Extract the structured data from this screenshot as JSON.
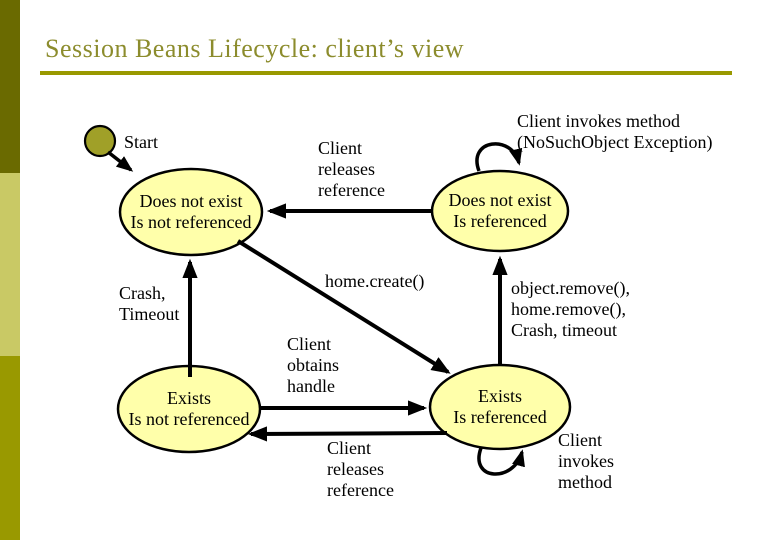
{
  "title": "Session Beans Lifecycle: client’s view",
  "colors": {
    "title_text": "#8C8C2D",
    "title_rule": "#999900",
    "bar_top": "#6A6A00",
    "bar_middle": "#C9C965",
    "bar_bottom": "#999900",
    "state_fill": "#FFFFAA",
    "state_border": "#000000",
    "start_dot_fill": "#A0A028",
    "arrow": "#000000"
  },
  "states": {
    "does_not_exist_not_referenced": "Does not exist\nIs not referenced",
    "does_not_exist_referenced": "Does not exist\nIs referenced",
    "exists_not_referenced": "Exists\nIs not referenced",
    "exists_referenced": "Exists\nIs referenced"
  },
  "labels": {
    "start": "Start",
    "client_releases_reference_top": "Client\nreleases\nreference",
    "client_invokes_method_exception": "Client invokes method\n(NoSuchObject Exception)",
    "home_create": "home.create()",
    "crash_timeout": "Crash,\nTimeout",
    "remove_crash_timeout": "object.remove(),\nhome.remove(),\nCrash, timeout",
    "client_obtains_handle": "Client\nobtains\nhandle",
    "client_releases_reference_bottom": "Client\nreleases\nreference",
    "client_invokes_method": "Client\ninvokes\nmethod"
  }
}
